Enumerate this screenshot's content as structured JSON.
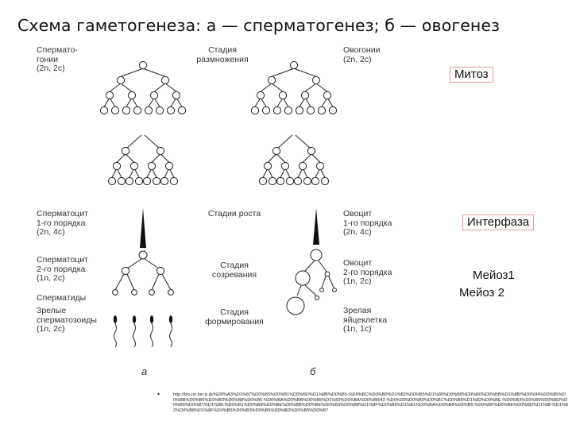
{
  "title": "Схема гаметогенеза: а — сперматогенез; б — овогенез",
  "labels_left": {
    "spermatogonia": "Спермато-\nгонии\n(2n, 2c)",
    "spermatocyte1": "Сперматоцит\n1-го порядка\n(2n, 4c)",
    "spermatocyte2": "Сперматоцит\n2-го порядка\n(1n, 2c)",
    "spermatids": "Сперматиды",
    "mature_sperm": "Зрелые\nсперматозоиды\n(1n, 2c)"
  },
  "labels_center": {
    "reproduction": "Стадия\nразмножения",
    "growth": "Стадии роста",
    "maturation": "Стадия\nсозревания",
    "formation": "Стадия\nформирования"
  },
  "labels_right": {
    "oogonia": "Овогонии\n(2n, 2c)",
    "oocyte1": "Овоцит\n1-го порядка\n(2n, 4c)",
    "oocyte2": "Овоцит\n2-го порядка\n(1n, 2c)",
    "egg": "Зрелая\nяйцеклетка\n(1n, 1c)"
  },
  "phases": {
    "mitosis": "Митоз",
    "interphase": "Интерфаза",
    "meiosis1": "Мейоз1",
    "meiosis2": "Мейоз 2"
  },
  "diagram_letters": {
    "a": "а",
    "b": "б"
  },
  "footer": {
    "bullet": "•",
    "url": "http://bio.no.lorr.p.ф/%D0%A3%D1%87%D0%B5%D0%B1%D0%BD%D1%8B%D0%B5-%D0%BC%D0%B0%D1%82%D0%B5%D1%80%D0%B8%D0%B0%D0%BB%D1%8B/%D0%94%D0%B5%D0%BB%D0%B5%D0%BD%D0%B8%D0%B5-%D0%BA%D0%BB%D0%B5%D1%82%D0%BA%D0%B8/42-%D0%93%D0%B0%D0%BC%D0%B5%D1%82%D0%BE-%D0%B3%D0%B5%D0%BD%D0%B5%D0%B7%D1%8B-%D0%B1%D0%B8%D0%BE%D0%BB%D0%BE%D0%B3%D0%B8%D1%8F%D0%B5%D1%81%D0%BA%D0%B8%D0%B5-%D0%BF%D0%BE%D0%BD%D1%8F%D1%82%D0%B8%D1%8F%D0%B5%D0%B3%D0%B5%D0%BD%D0%B5%D0%B7"
  }
}
